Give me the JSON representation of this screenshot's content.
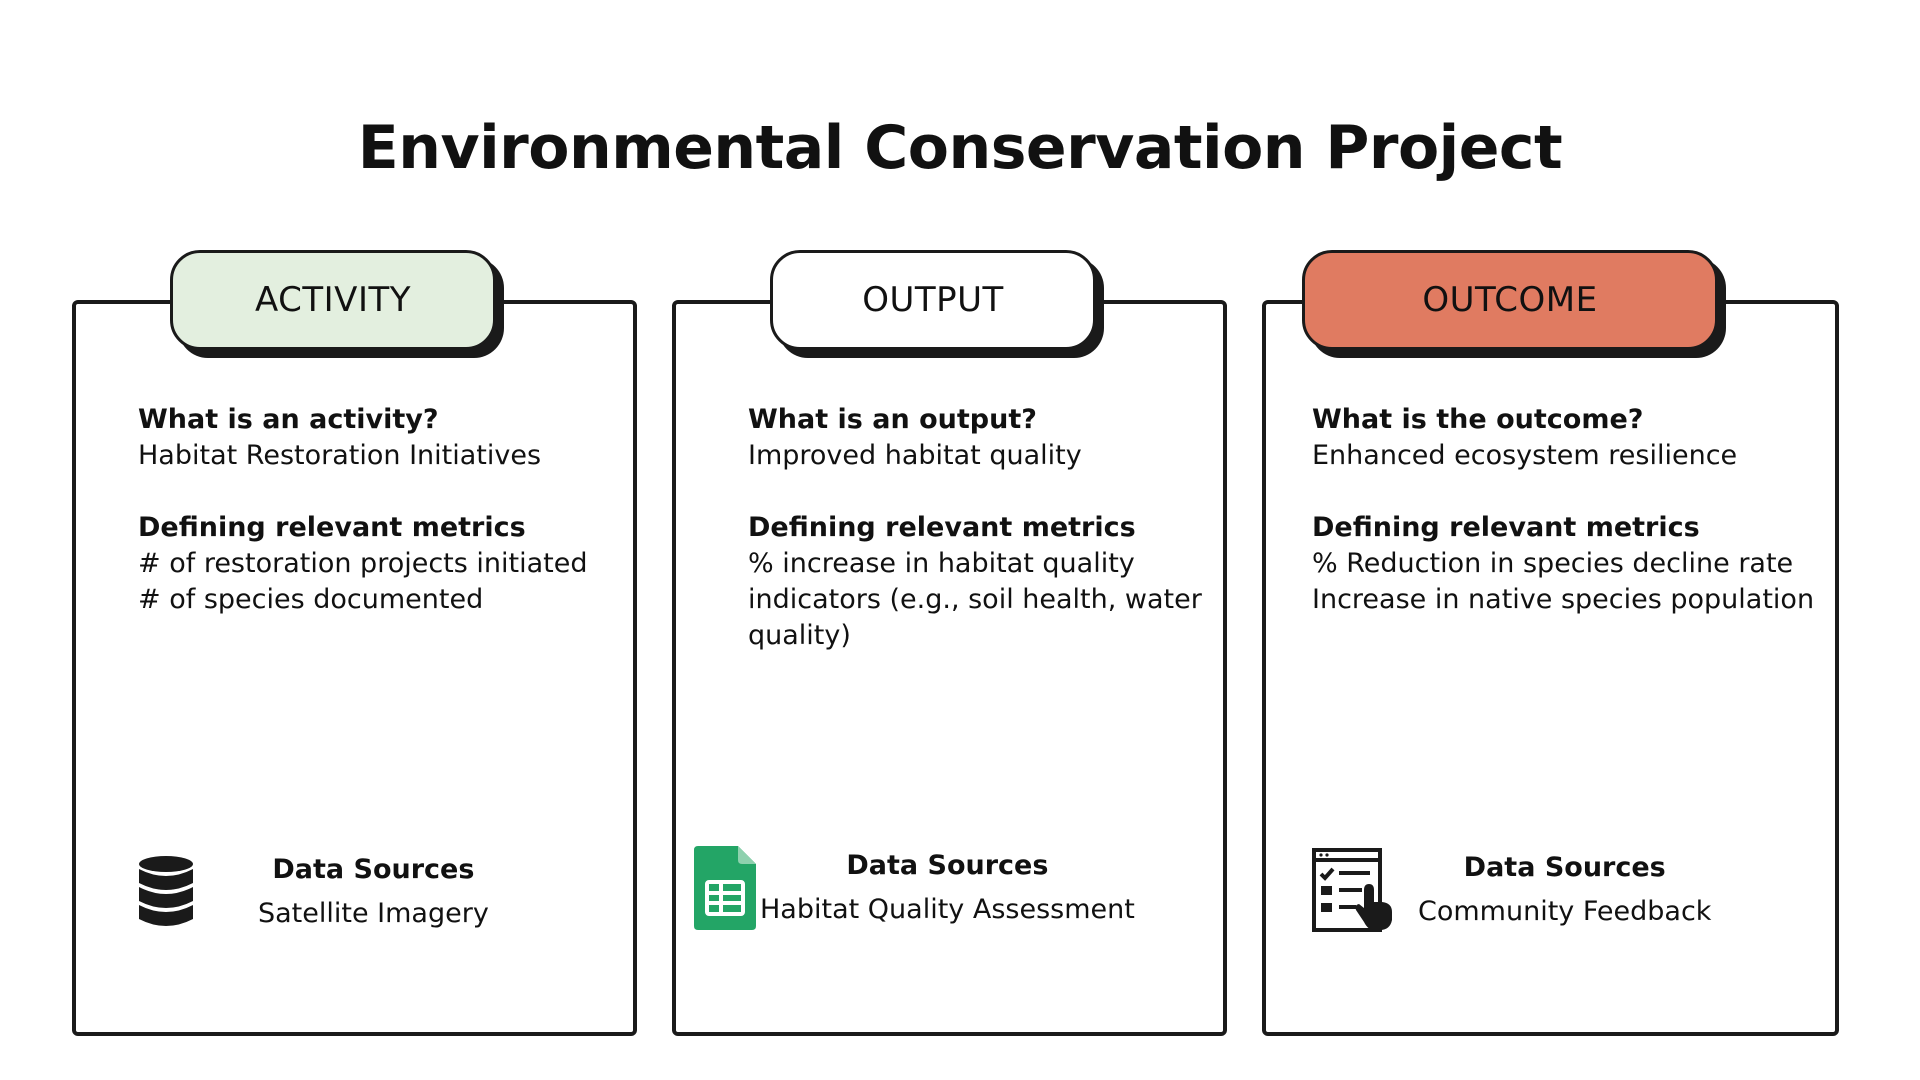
{
  "title": "Environmental Conservation Project",
  "colors": {
    "activity": "#E3EFDF",
    "output": "#FFFFFF",
    "outcome": "#E07B61",
    "border": "#1A1A1A",
    "sheets_green": "#23A566"
  },
  "cards": [
    {
      "pill": "ACTIVITY",
      "question_title": "What is an activity?",
      "question_answer": "Habitat Restoration Initiatives",
      "metrics_title": "Defining relevant metrics",
      "metrics": [
        "# of restoration projects initiated",
        "# of species documented"
      ],
      "data_sources_title": "Data Sources",
      "data_sources_value": "Satellite Imagery",
      "icon": "database-icon"
    },
    {
      "pill": "OUTPUT",
      "question_title": "What is an output?",
      "question_answer": "Improved habitat quality",
      "metrics_title": "Defining relevant metrics",
      "metrics": [
        "% increase in habitat quality indicators (e.g., soil health, water quality)"
      ],
      "data_sources_title": "Data Sources",
      "data_sources_value": "Habitat Quality Assessment",
      "icon": "spreadsheet-icon"
    },
    {
      "pill": "OUTCOME",
      "question_title": "What is the outcome?",
      "question_answer": "Enhanced ecosystem resilience",
      "metrics_title": "Defining relevant metrics",
      "metrics": [
        "% Reduction in species decline rate",
        "Increase in native species population"
      ],
      "data_sources_title": "Data Sources",
      "data_sources_value": "Community Feedback",
      "icon": "survey-checklist-icon"
    }
  ]
}
